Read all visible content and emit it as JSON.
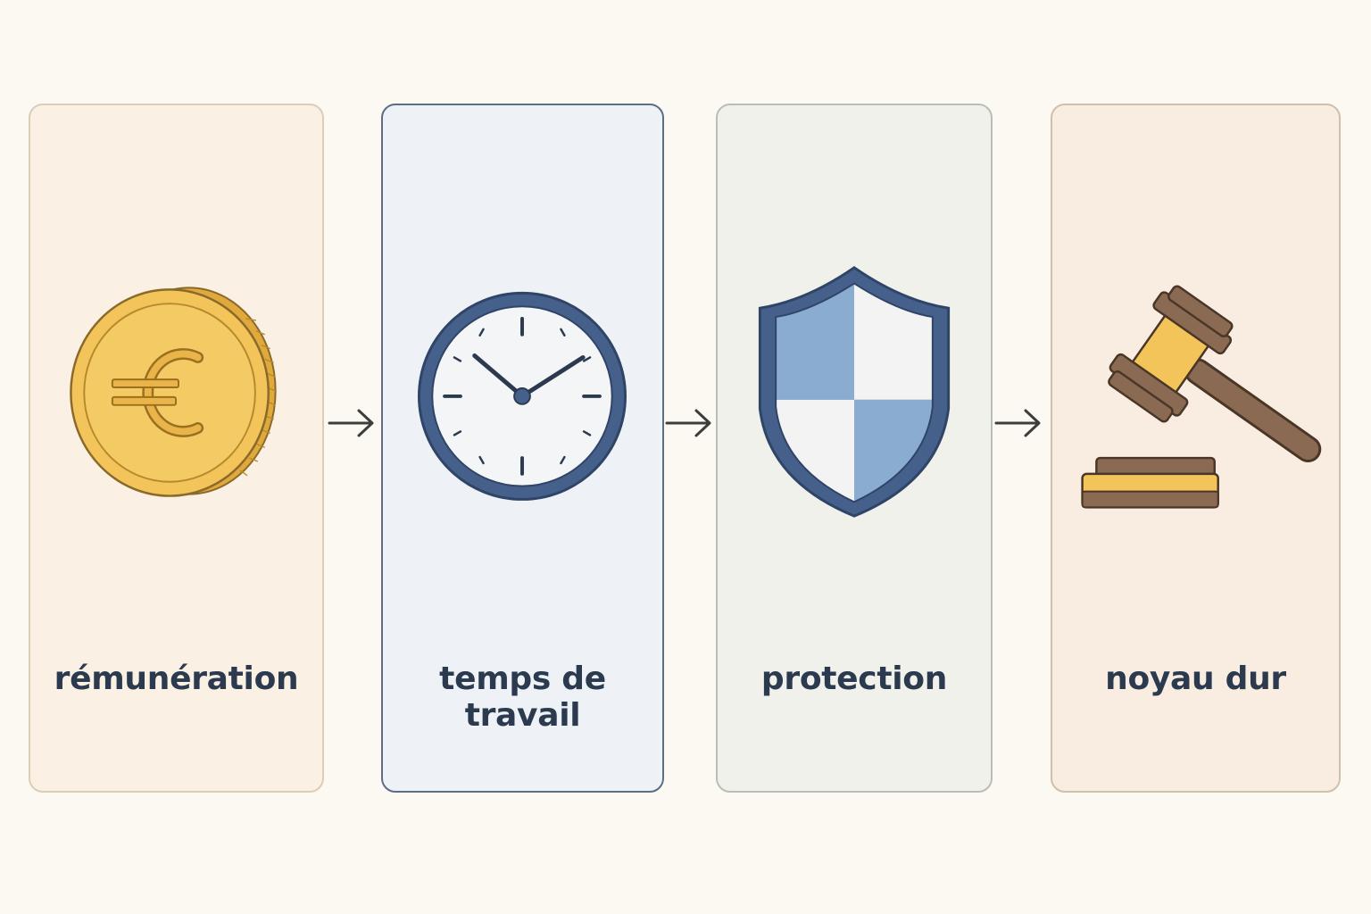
{
  "diagram": {
    "steps": [
      {
        "label": "rémunération",
        "icon": "euro-coin-icon"
      },
      {
        "label": "temps de travail",
        "icon": "clock-icon"
      },
      {
        "label": "protection",
        "icon": "shield-icon"
      },
      {
        "label": "noyau dur",
        "icon": "gavel-icon"
      }
    ],
    "connectors": [
      "arrow-right-icon",
      "arrow-right-icon",
      "arrow-right-icon"
    ]
  },
  "colors": {
    "background": "#fbf9f1",
    "label_text": "#2b3a4e",
    "coin_gold": "#f2c45a",
    "clock_blue": "#45608a",
    "shield_blue": "#89acd0",
    "gavel_brown": "#8a6a52",
    "arrow": "#3d3d3d"
  }
}
